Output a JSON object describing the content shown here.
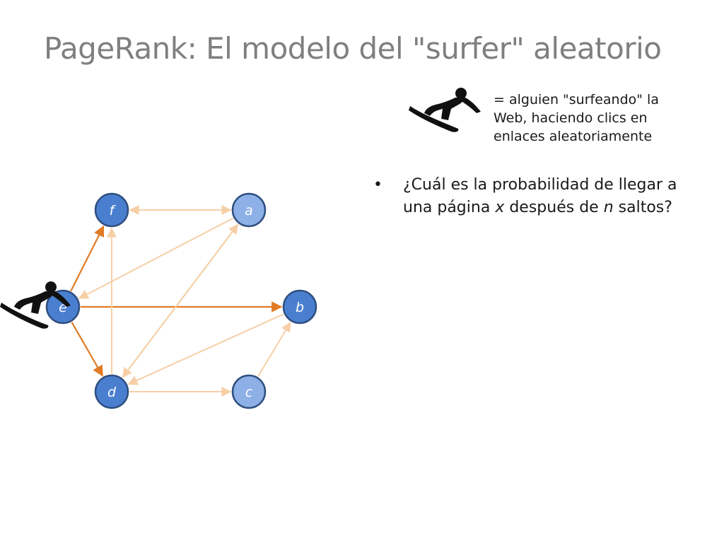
{
  "slide": {
    "title": "PageRank: El modelo del \"surfer\" aleatorio",
    "caption_lines": [
      "= alguien \"surfeando\" la",
      "Web, haciendo clics en",
      "enlaces aleatoriamente"
    ],
    "bullet": {
      "marker": "•",
      "line1": "¿Cuál es la probabilidad de llegar a",
      "line2_a": "una página ",
      "line2_var_x": "x",
      "line2_b": " después de ",
      "line2_var_n": "n",
      "line2_c": " saltos?"
    },
    "icons": [
      "surfer-icon"
    ]
  },
  "graph": {
    "nodes": [
      {
        "id": "f",
        "label": "f",
        "color": "#4a7fd0"
      },
      {
        "id": "a",
        "label": "a",
        "color": "#8db0e6"
      },
      {
        "id": "e",
        "label": "e",
        "color": "#4a7fd0"
      },
      {
        "id": "b",
        "label": "b",
        "color": "#4a7fd0"
      },
      {
        "id": "d",
        "label": "d",
        "color": "#4a7fd0"
      },
      {
        "id": "c",
        "label": "c",
        "color": "#8db0e6"
      }
    ],
    "edges": [
      {
        "from": "e",
        "to": "f",
        "active": true
      },
      {
        "from": "e",
        "to": "b",
        "active": true
      },
      {
        "from": "e",
        "to": "d",
        "active": true
      },
      {
        "from": "a",
        "to": "f",
        "active": false
      },
      {
        "from": "f",
        "to": "a",
        "active": false
      },
      {
        "from": "a",
        "to": "e",
        "active": false
      },
      {
        "from": "d",
        "to": "f",
        "active": false
      },
      {
        "from": "d",
        "to": "a",
        "active": false
      },
      {
        "from": "a",
        "to": "d",
        "active": false
      },
      {
        "from": "b",
        "to": "d",
        "active": false
      },
      {
        "from": "d",
        "to": "c",
        "active": false
      },
      {
        "from": "c",
        "to": "b",
        "active": false
      }
    ],
    "colors": {
      "active_edge": "#e07b24",
      "inactive_edge": "#f6cfa6",
      "node_stroke": "#2f4f7f"
    }
  }
}
